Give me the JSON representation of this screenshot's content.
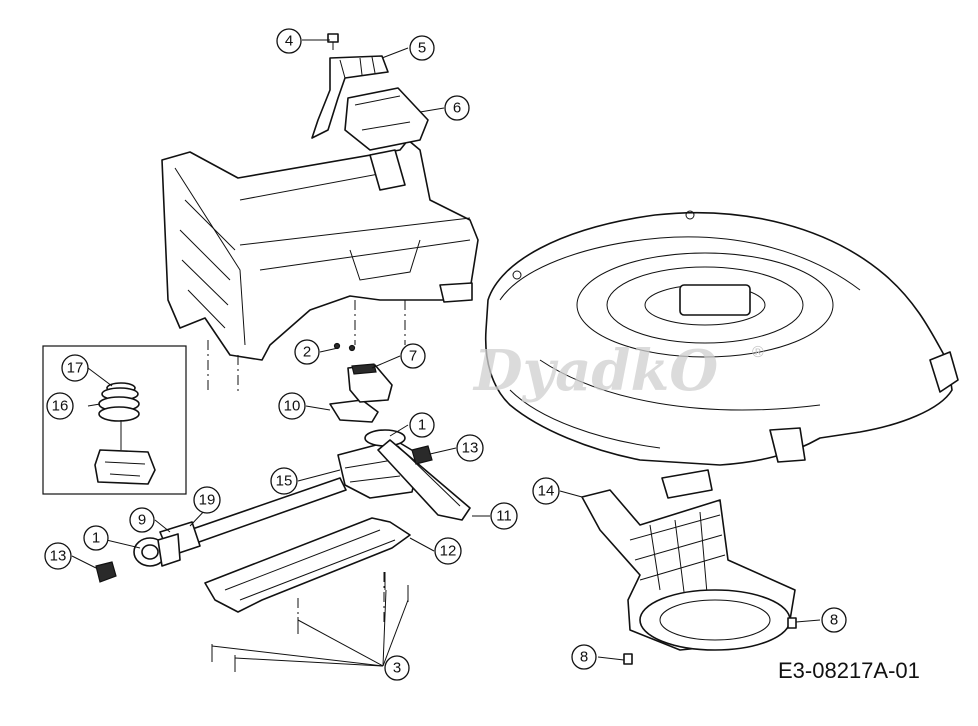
{
  "diagram": {
    "drawing_code": "E3-08217A-01",
    "watermark": "DyadkO",
    "watermark_mark": "®",
    "callouts": [
      "1",
      "2",
      "3",
      "4",
      "5",
      "6",
      "7",
      "8",
      "9",
      "10",
      "11",
      "12",
      "13",
      "14",
      "15",
      "16",
      "17",
      "19"
    ]
  }
}
